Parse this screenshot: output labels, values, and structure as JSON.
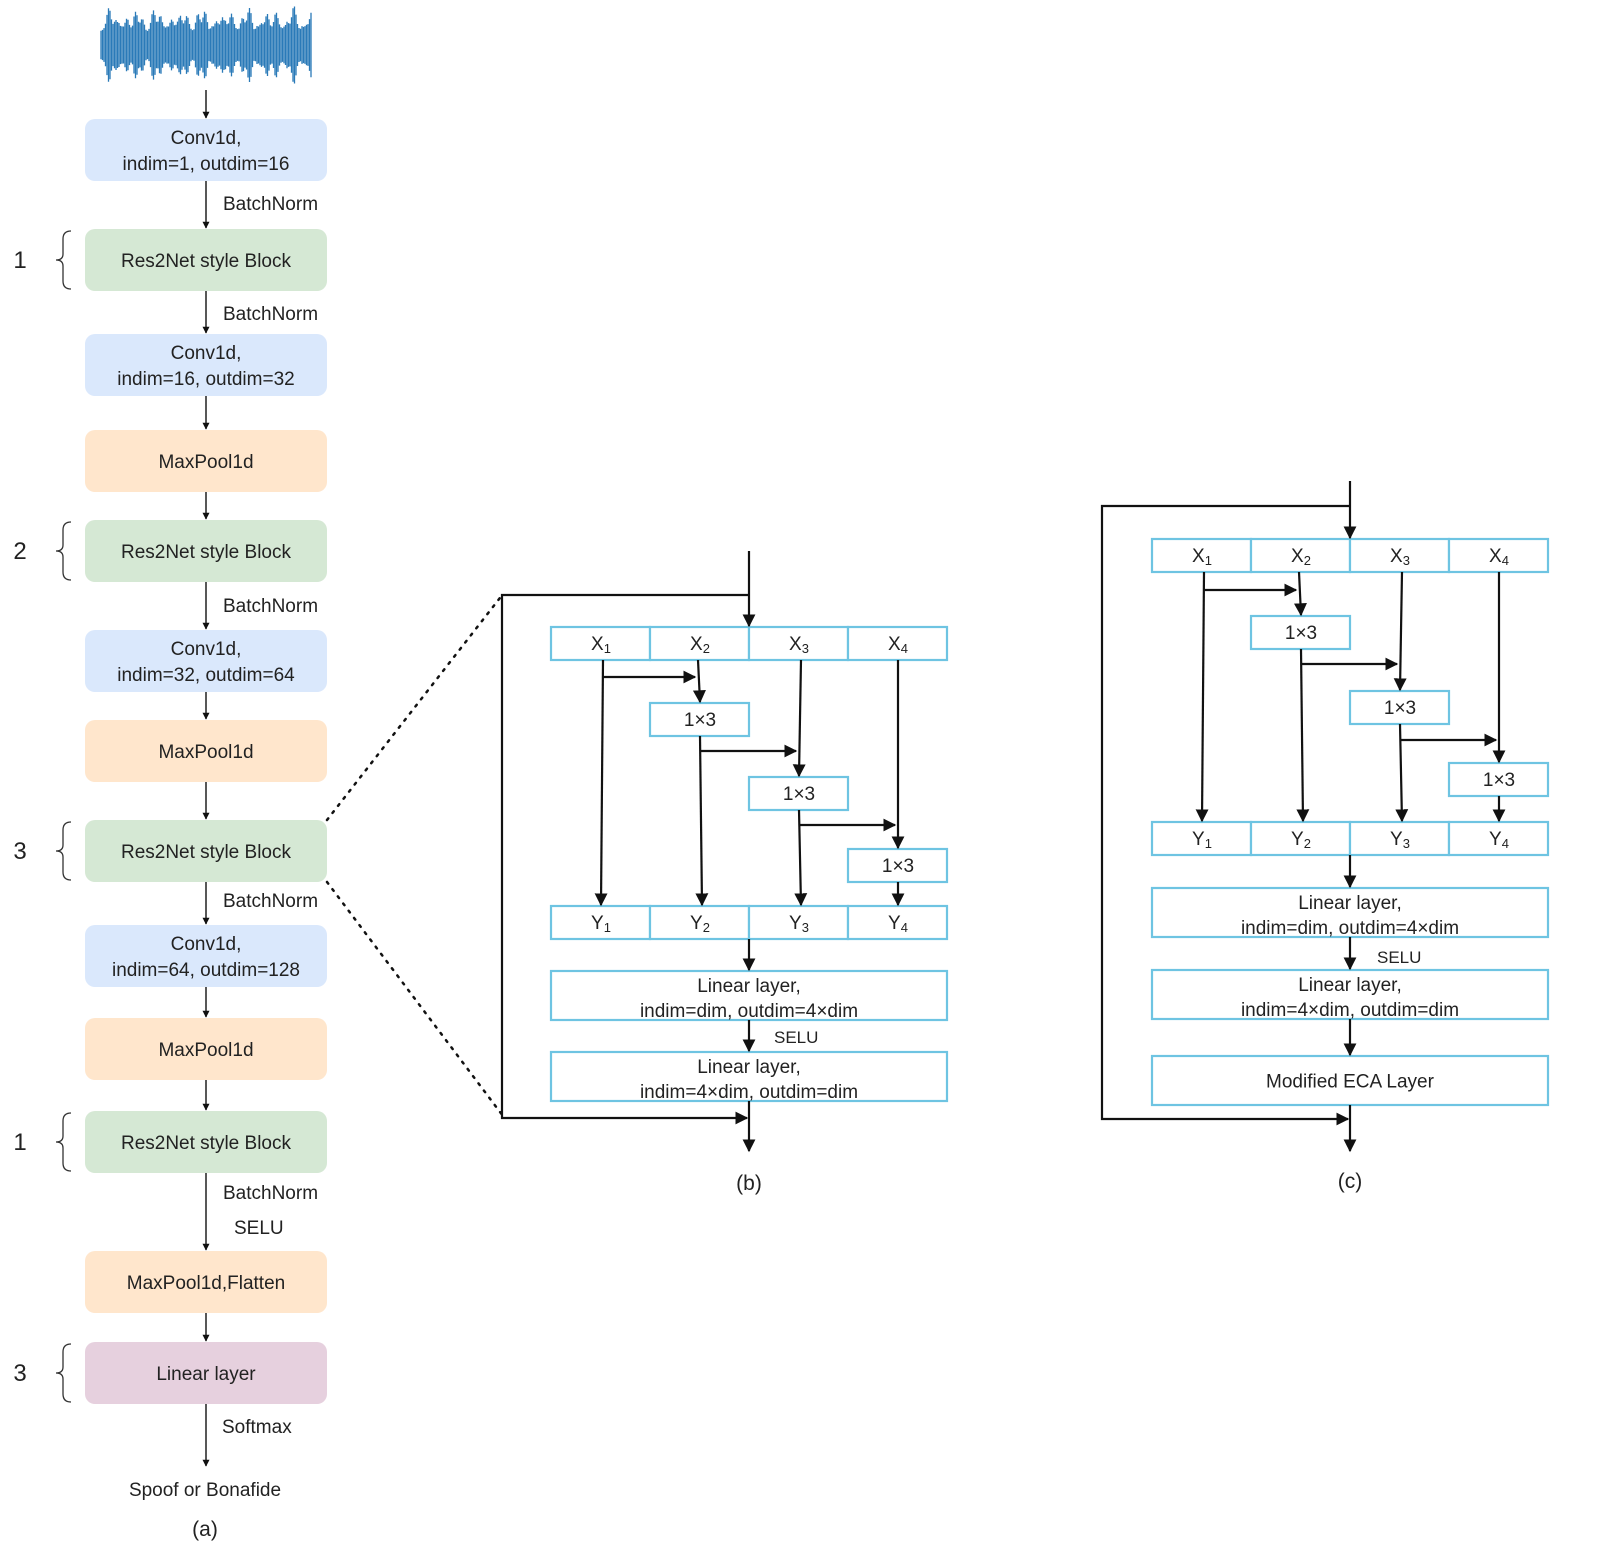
{
  "panel_a": {
    "caption": "(a)",
    "output": "Spoof or Bonafide",
    "blocks": [
      {
        "lines": [
          "Conv1d,",
          "indim=1,  outdim=16"
        ],
        "kind": "conv"
      },
      {
        "lines": [
          "Res2Net style Block"
        ],
        "kind": "res"
      },
      {
        "lines": [
          "Conv1d,",
          "indim=16,  outdim=32"
        ],
        "kind": "conv"
      },
      {
        "lines": [
          "MaxPool1d"
        ],
        "kind": "pool"
      },
      {
        "lines": [
          "Res2Net style Block"
        ],
        "kind": "res"
      },
      {
        "lines": [
          "Conv1d,",
          "indim=32,  outdim=64"
        ],
        "kind": "conv"
      },
      {
        "lines": [
          "MaxPool1d"
        ],
        "kind": "pool"
      },
      {
        "lines": [
          "Res2Net style Block"
        ],
        "kind": "res"
      },
      {
        "lines": [
          "Conv1d,",
          "indim=64,  outdim=128"
        ],
        "kind": "conv"
      },
      {
        "lines": [
          "MaxPool1d"
        ],
        "kind": "pool"
      },
      {
        "lines": [
          "Res2Net style Block"
        ],
        "kind": "res"
      },
      {
        "lines": [
          "MaxPool1d,Flatten"
        ],
        "kind": "pool"
      },
      {
        "lines": [
          "Linear layer"
        ],
        "kind": "linear"
      }
    ],
    "edge_labels": [
      "BatchNorm",
      "BatchNorm",
      "BatchNorm",
      "BatchNorm",
      "BatchNorm",
      "SELU",
      "Softmax"
    ],
    "repeat_counts": [
      "1",
      "2",
      "3",
      "1",
      "3"
    ]
  },
  "panel_b": {
    "caption": "(b)",
    "x_cells": [
      {
        "base": "X",
        "sub": "1"
      },
      {
        "base": "X",
        "sub": "2"
      },
      {
        "base": "X",
        "sub": "3"
      },
      {
        "base": "X",
        "sub": "4"
      }
    ],
    "y_cells": [
      {
        "base": "Y",
        "sub": "1"
      },
      {
        "base": "Y",
        "sub": "2"
      },
      {
        "base": "Y",
        "sub": "3"
      },
      {
        "base": "Y",
        "sub": "4"
      }
    ],
    "conv_label": "1×3",
    "linear1": [
      "Linear layer,",
      "indim=dim,  outdim=4×dim"
    ],
    "activation": "SELU",
    "linear2": [
      "Linear layer,",
      "indim=4×dim,  outdim=dim"
    ]
  },
  "panel_c": {
    "caption": "(c)",
    "x_cells": [
      {
        "base": "X",
        "sub": "1"
      },
      {
        "base": "X",
        "sub": "2"
      },
      {
        "base": "X",
        "sub": "3"
      },
      {
        "base": "X",
        "sub": "4"
      }
    ],
    "y_cells": [
      {
        "base": "Y",
        "sub": "1"
      },
      {
        "base": "Y",
        "sub": "2"
      },
      {
        "base": "Y",
        "sub": "3"
      },
      {
        "base": "Y",
        "sub": "4"
      }
    ],
    "conv_label": "1×3",
    "linear1": [
      "Linear layer,",
      "indim=dim,  outdim=4×dim"
    ],
    "activation": "SELU",
    "linear2": [
      "Linear layer,",
      "indim=4×dim,  outdim=dim"
    ],
    "eca": "Modified ECA Layer"
  },
  "colors": {
    "conv": "#dae8fc",
    "res": "#d5e8d4",
    "pool": "#ffe6cc",
    "linear": "#e6d0de",
    "cell_border": "#6ec4e2",
    "waveform": "#2a7ab8"
  }
}
